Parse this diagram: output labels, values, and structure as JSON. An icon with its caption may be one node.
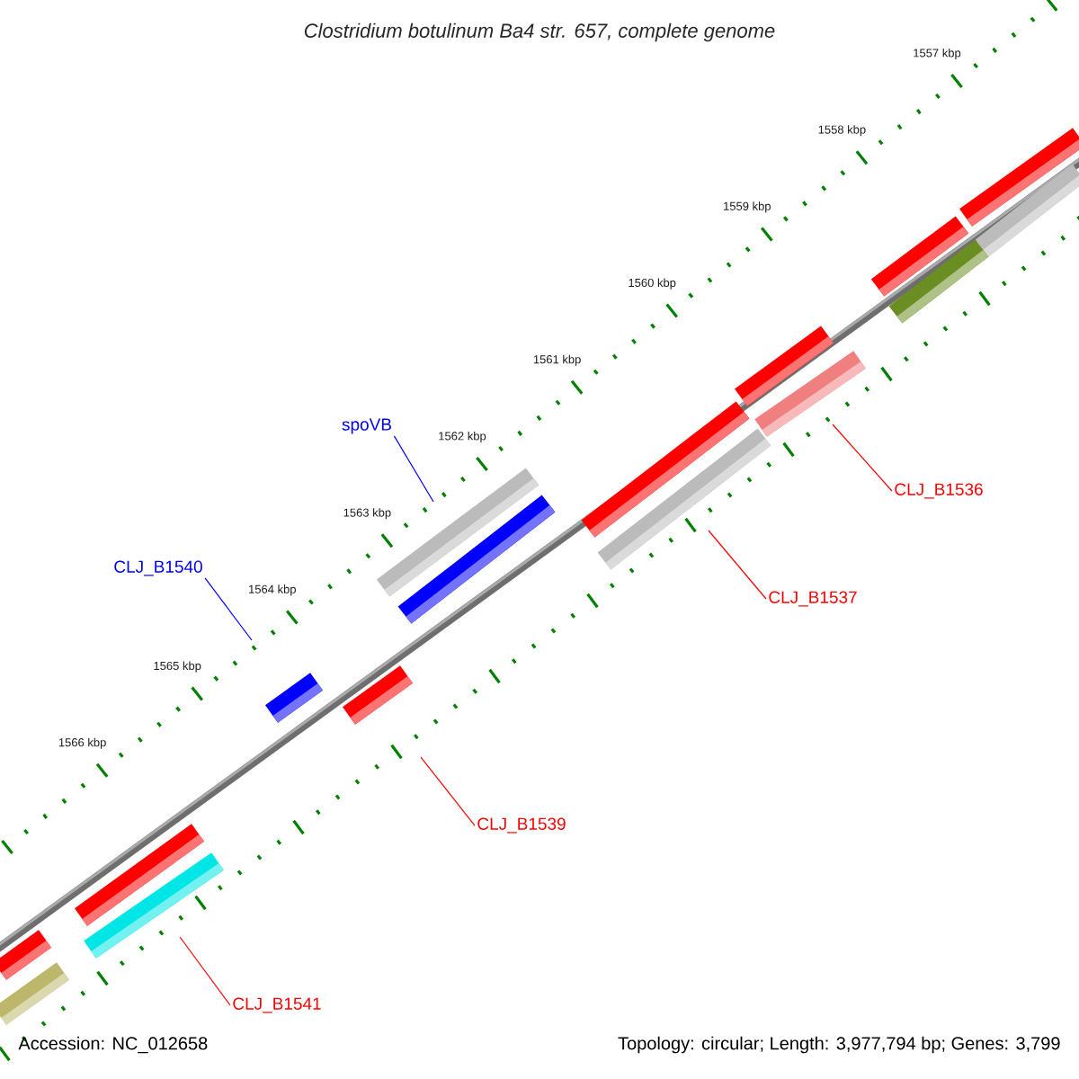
{
  "diagram": {
    "title": "Clostridium botulinum Ba4 str. 657, complete genome",
    "nodes": [
      {
        "text": [
          "spoVB"
        ]
      },
      {
        "text": [
          "CLJ_B1540"
        ]
      },
      {
        "text": [
          "CLJ_B1536"
        ]
      },
      {
        "text": [
          "CLJ_B1537"
        ]
      },
      {
        "text": [
          "CLJ_B1539"
        ]
      },
      {
        "text": [
          "CLJ_B1541"
        ]
      }
    ],
    "edges": [
      {
        "from": 0,
        "to": null,
        "arrow": "none",
        "color": "#0000ff"
      },
      {
        "from": 1,
        "to": null,
        "arrow": "none",
        "color": "#0000ff"
      },
      {
        "from": 2,
        "to": null,
        "arrow": "none"
      },
      {
        "from": 3,
        "to": null,
        "arrow": "none"
      },
      {
        "from": 4,
        "to": null,
        "arrow": "none"
      },
      {
        "from": 5,
        "to": null,
        "arrow": "none"
      }
    ],
    "labels": [
      "1557 kbp",
      "1558 kbp",
      "1559 kbp",
      "1560 kbp",
      "1561 kbp",
      "1562 kbp",
      "1563 kbp",
      "1564 kbp",
      "1565 kbp",
      "1566 kbp",
      "Accession: NC_012658",
      "Topology: circular; Length: 3,977,794 bp; Genes: 3,799"
    ]
  }
}
